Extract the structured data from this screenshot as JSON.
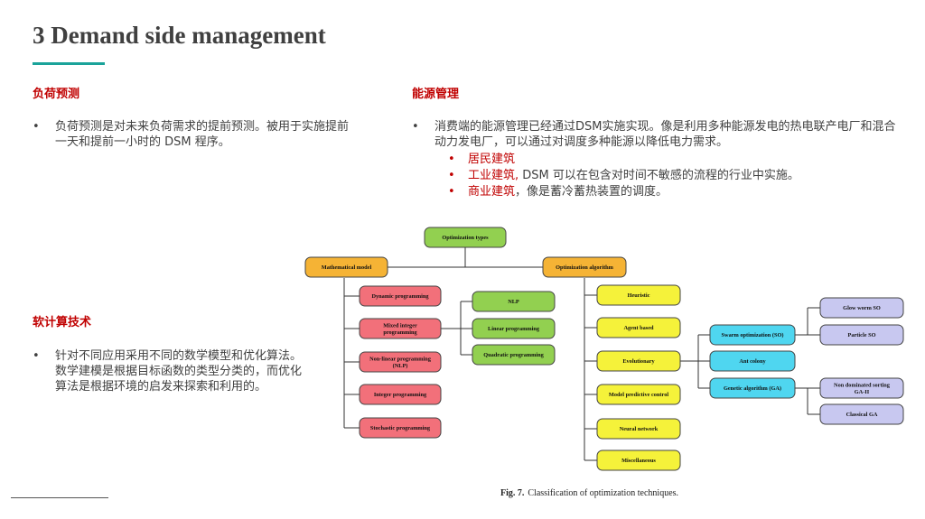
{
  "slide": {
    "title": "3 Demand side management",
    "load_forecasting": {
      "heading": "负荷预测",
      "bullet": "负荷预测是对未来负荷需求的提前预测。被用于实施提前一天和提前一小时的 DSM 程序。"
    },
    "energy_management": {
      "heading": "能源管理",
      "bullet": "消费端的能源管理已经通过DSM实施实现。像是利用多种能源发电的热电联产电厂和混合动力发电厂，可以通过对调度多种能源以降低电力需求。",
      "sub_items": [
        {
          "label": "居民建筑",
          "rest": ""
        },
        {
          "label": "工业建筑,",
          "rest": " DSM 可以在包含对时间不敏感的流程的行业中实施。"
        },
        {
          "label": "商业建筑",
          "rest": "，像是蓄冷蓄热装置的调度。"
        }
      ]
    },
    "soft_computing": {
      "heading": "软计算技术",
      "bullet": "针对不同应用采用不同的数学模型和优化算法。数学建模是根据目标函数的类型分类的，而优化算法是根据环境的启发来探索和利用的。"
    },
    "bullet_symbol": "•",
    "caption": {
      "label": "Fig. 7.",
      "text": "Classification of optimization techniques."
    }
  },
  "diagram": {
    "colors": {
      "green": "#92d050",
      "orange": "#f5b335",
      "red": "#f2707a",
      "yellow": "#f5f23a",
      "cyan": "#4fd6f0",
      "lavender": "#c8c8f0",
      "line": "#333333"
    },
    "root": "Optimization types",
    "math_model": "Mathematical model",
    "opt_algorithm": "Optimization algorithm",
    "math_children": [
      "Dynamic programming",
      "Mixed integer programming",
      "Non-linear programming (NLP)",
      "Integer programming",
      "Stochastic programming"
    ],
    "programming_types": [
      "NLP",
      "Linear programming",
      "Quadratic programming"
    ],
    "algorithm_children": [
      "Heuristic",
      "Agent based",
      "Evolutionary",
      "Model predictive control",
      "Neural network",
      "Miscellaneous"
    ],
    "evolutionary_children": [
      "Swarm optimization (SO)",
      "Ant colony",
      "Genetic algorithm (GA)"
    ],
    "so_children": [
      "Glow worm SO",
      "Particle SO"
    ],
    "ga_children": [
      "Non dominated sorting GA-II",
      "Classical GA"
    ]
  }
}
